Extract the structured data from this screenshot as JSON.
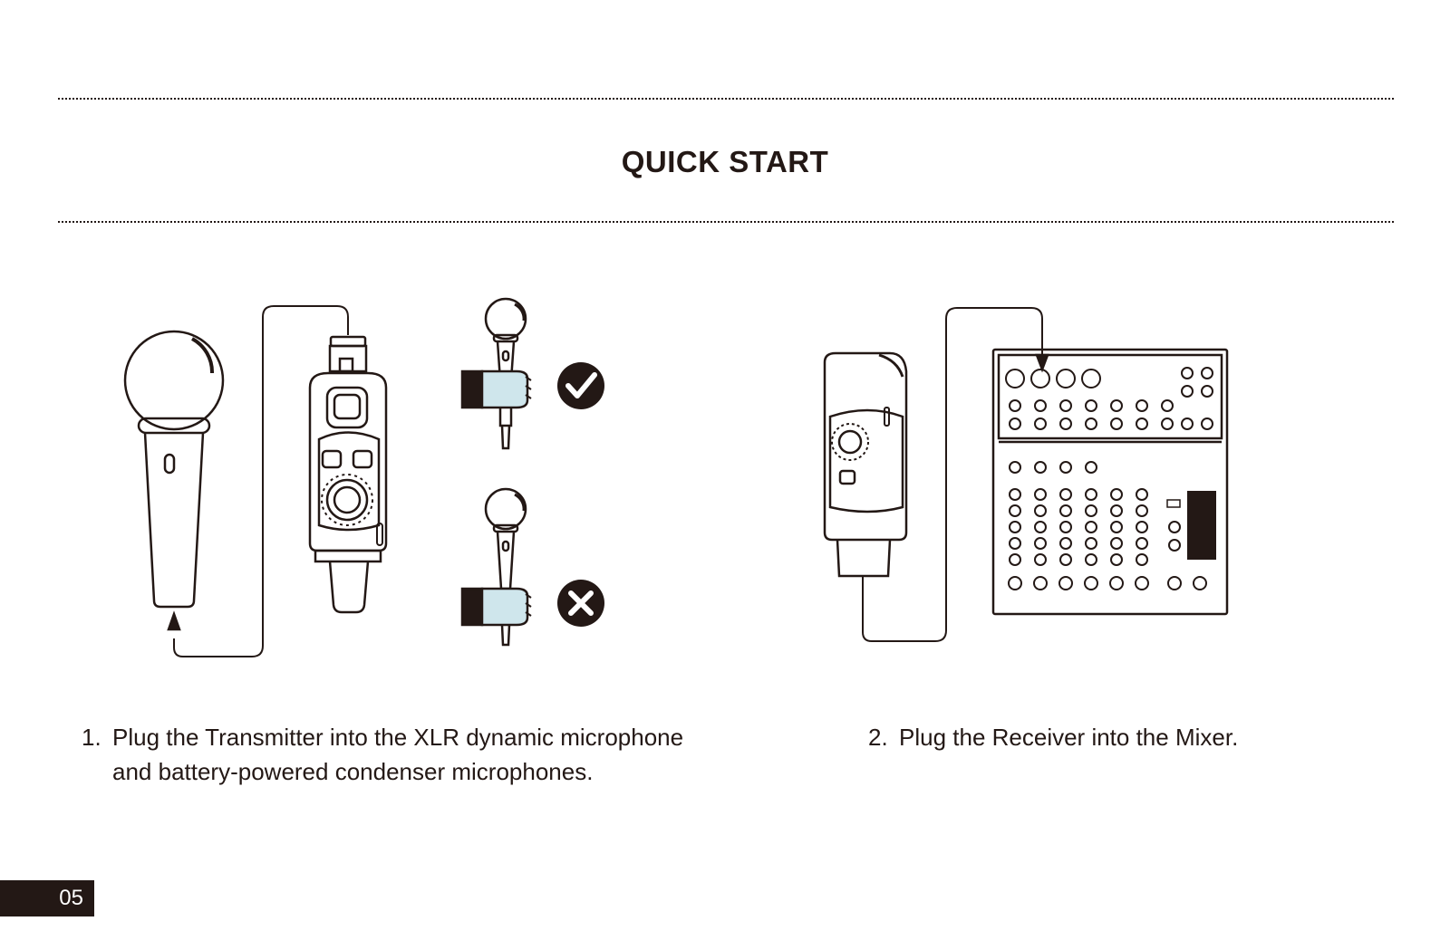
{
  "title": "QUICK START",
  "steps": [
    {
      "number": "1.",
      "line1": "Plug the Transmitter into the XLR dynamic microphone",
      "line2": "and battery-powered condenser microphones."
    },
    {
      "number": "2.",
      "line1": "Plug the Receiver into the Mixer."
    }
  ],
  "page_number": "05",
  "icons": [
    "microphone-icon",
    "transmitter-icon",
    "check-icon",
    "cross-icon",
    "receiver-icon",
    "mixer-icon"
  ],
  "colors": {
    "ink": "#231815",
    "background": "#ffffff"
  }
}
